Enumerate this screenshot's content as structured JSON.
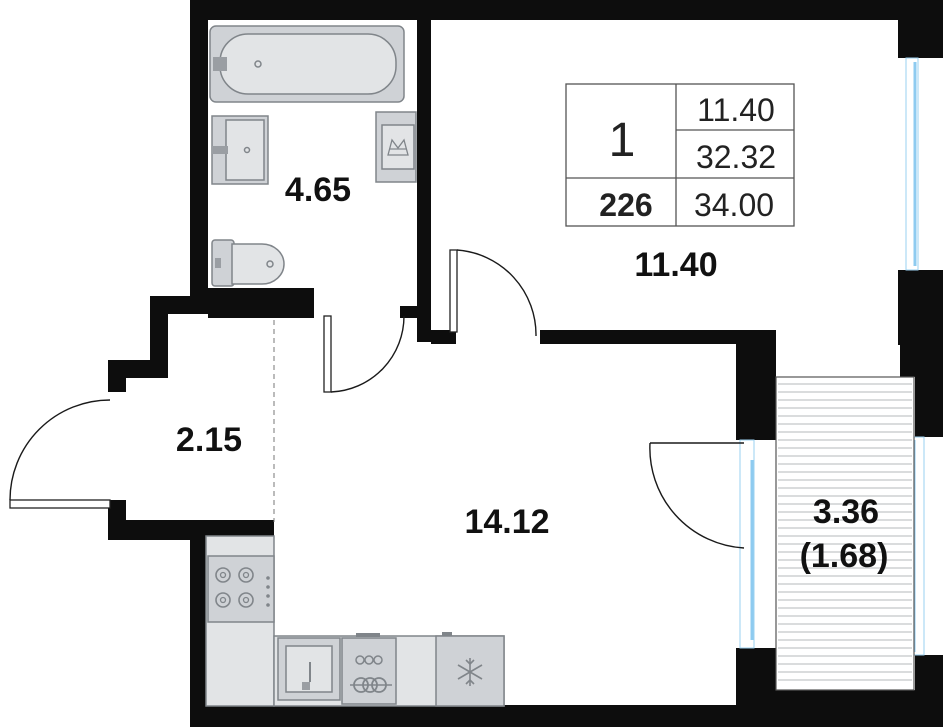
{
  "summary": {
    "rooms": "1",
    "living_area": "11.40",
    "total_area": "32.32",
    "apartment_number": "226",
    "total_with_balcony": "34.00"
  },
  "rooms": {
    "bathroom_area": "4.65",
    "bedroom_area": "11.40",
    "hall_area": "2.15",
    "kitchen_living_area": "14.12",
    "balcony_area": "3.36",
    "balcony_reduced_area": "(1.68)"
  },
  "colors": {
    "wall": "#0d0d0d",
    "fixture": "#cfd2d6",
    "window_glass": "#8ecbf0"
  },
  "icons": [
    "bathtub-icon",
    "sink-icon",
    "washing-machine-icon",
    "toilet-icon",
    "stove-icon",
    "kitchen-sink-icon",
    "oven-icon",
    "fridge-icon"
  ]
}
